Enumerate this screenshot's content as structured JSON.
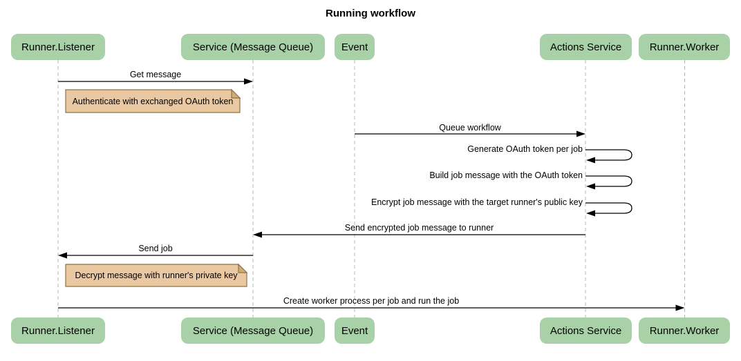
{
  "title": "Running workflow",
  "diagram_type": "sequence",
  "participants": [
    {
      "label": "Runner.Listener"
    },
    {
      "label": "Service (Message Queue)"
    },
    {
      "label": "Event"
    },
    {
      "label": "Actions Service"
    },
    {
      "label": "Runner.Worker"
    }
  ],
  "messages": [
    {
      "type": "arrow",
      "from": "Runner.Listener",
      "to": "Service (Message Queue)",
      "label": "Get message"
    },
    {
      "type": "note",
      "over": "Runner.Listener / Service (Message Queue)",
      "label": "Authenticate with exchanged OAuth token"
    },
    {
      "type": "arrow",
      "from": "Event",
      "to": "Actions Service",
      "label": "Queue workflow"
    },
    {
      "type": "self",
      "on": "Actions Service",
      "label": "Generate OAuth token per job"
    },
    {
      "type": "self",
      "on": "Actions Service",
      "label": "Build job message with the OAuth token"
    },
    {
      "type": "self",
      "on": "Actions Service",
      "label": "Encrypt job message with the target runner's public key"
    },
    {
      "type": "arrow",
      "from": "Actions Service",
      "to": "Service (Message Queue)",
      "label": "Send encrypted job message to runner"
    },
    {
      "type": "arrow",
      "from": "Service (Message Queue)",
      "to": "Runner.Listener",
      "label": "Send job"
    },
    {
      "type": "note",
      "over": "Runner.Listener / Service (Message Queue)",
      "label": "Decrypt message with runner's private key"
    },
    {
      "type": "arrow",
      "from": "Runner.Listener",
      "to": "Runner.Worker",
      "label": "Create worker process per job and run the job"
    }
  ],
  "colors": {
    "participant_fill": "#a8d1a8",
    "note_fill": "#eac9a2",
    "note_border": "#8d7245",
    "note_fold": "#d2ac77",
    "lifeline": "#b4b4b4",
    "message_line": "#000000",
    "text": "#000000",
    "background": "#ffffff"
  }
}
